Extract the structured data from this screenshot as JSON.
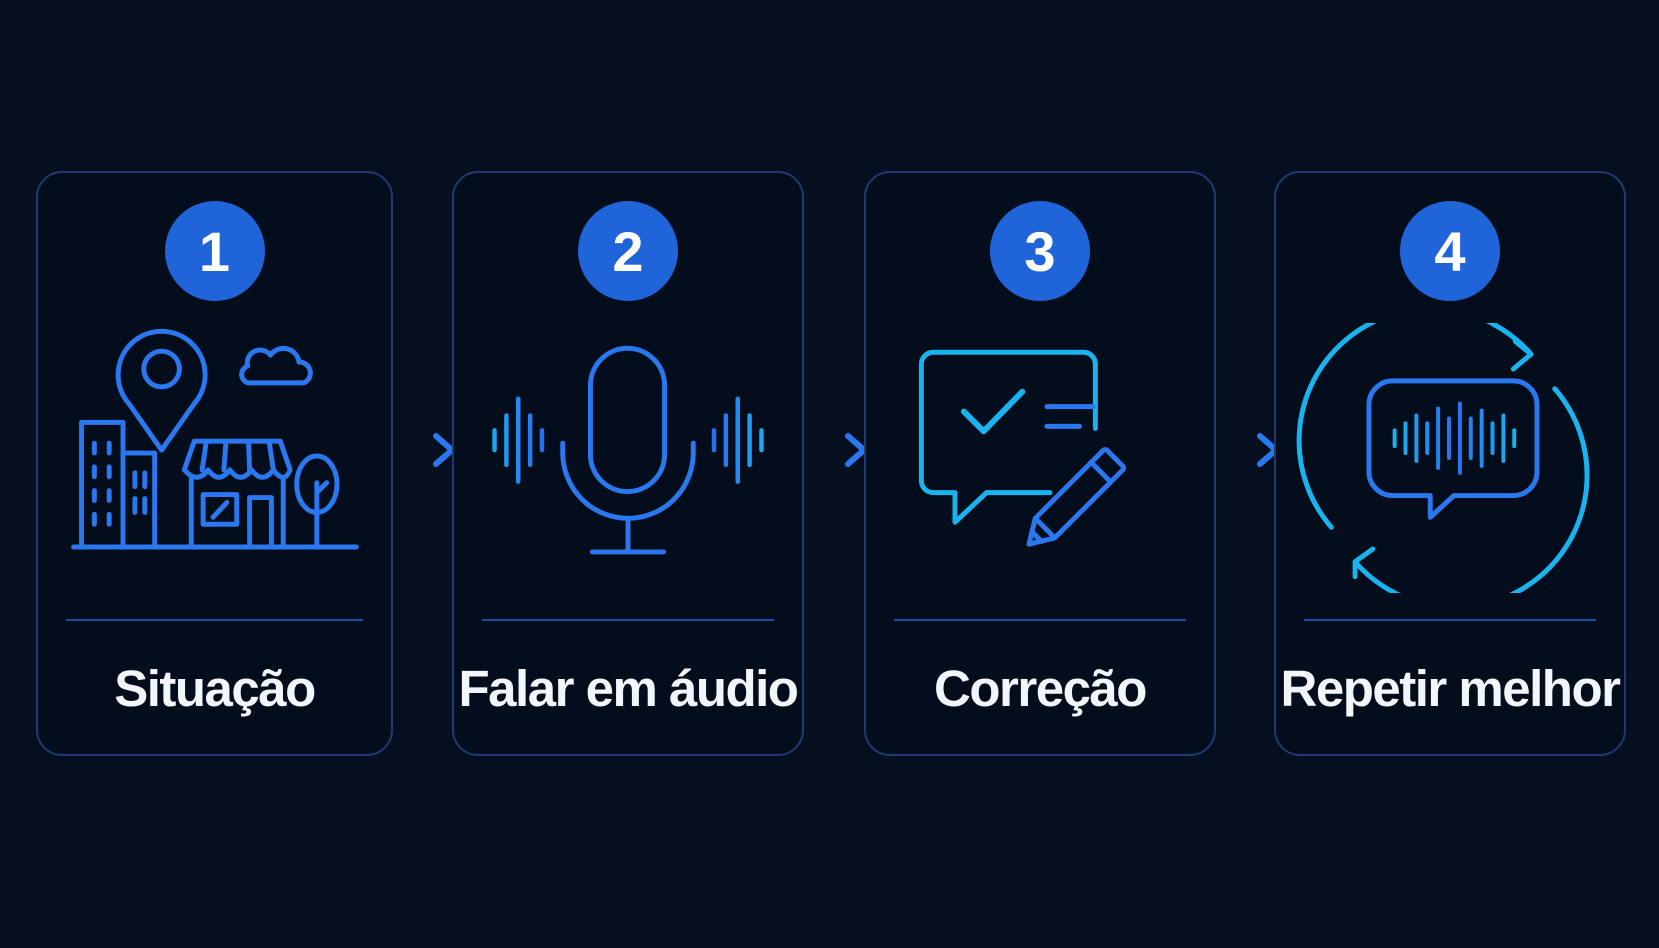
{
  "steps": [
    {
      "number": "1",
      "label": "Situação",
      "icon": "location-store-icon"
    },
    {
      "number": "2",
      "label": "Falar em áudio",
      "icon": "microphone-icon"
    },
    {
      "number": "3",
      "label": "Correção",
      "icon": "chat-edit-icon"
    },
    {
      "number": "4",
      "label": "Repetir melhor",
      "icon": "repeat-audio-icon"
    }
  ],
  "colors": {
    "background": "#050f1f",
    "card_border": "#1d3a72",
    "badge": "#1f64d9",
    "icon_blue": "#2a78f0",
    "icon_cyan": "#19b4f0",
    "text": "#f2f5fa"
  }
}
